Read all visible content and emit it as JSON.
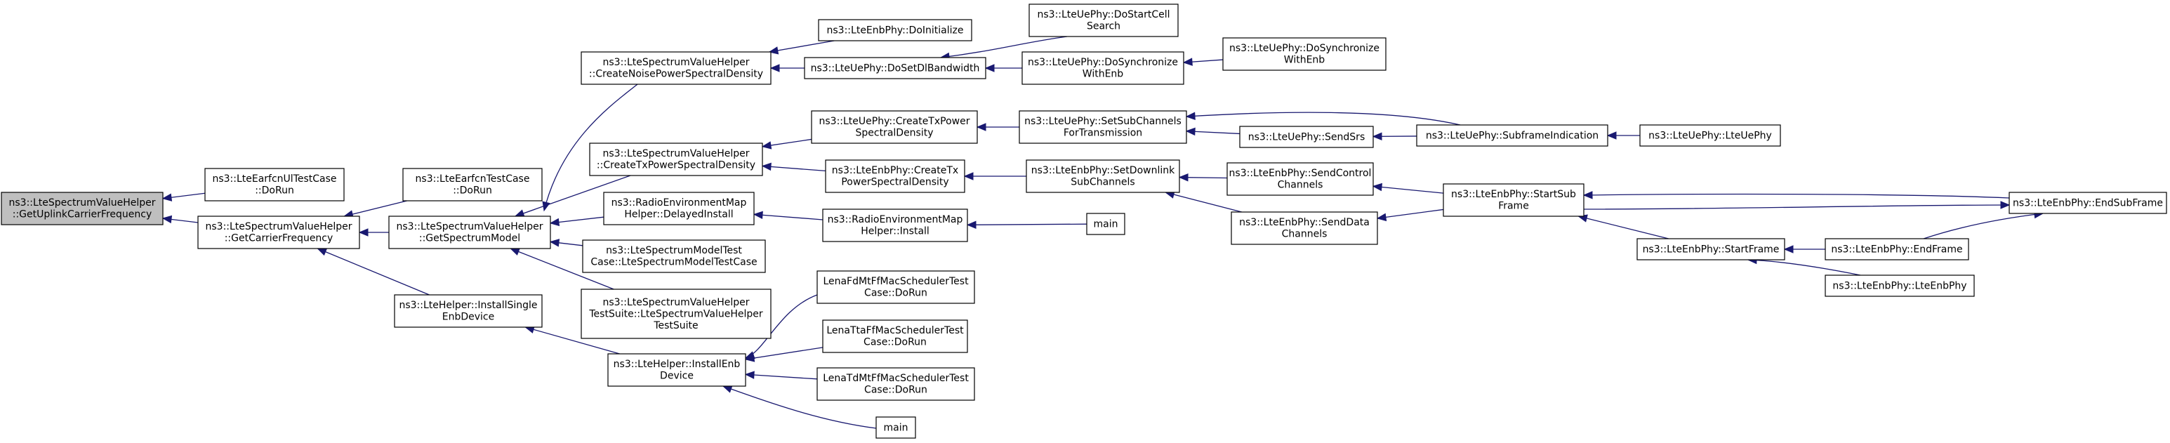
{
  "colors": {
    "edge": "#191970",
    "node_border": "#000000",
    "root_fill": "#bfbfbf",
    "node_fill": "#ffffff"
  },
  "nodes": [
    {
      "id": "root",
      "lines": [
        "ns3::LteSpectrumValueHelper",
        "::GetUplinkCarrierFrequency"
      ]
    },
    {
      "id": "earfcnul",
      "lines": [
        "ns3::LteEarfcnUlTestCase",
        "::DoRun"
      ]
    },
    {
      "id": "getcarrier",
      "lines": [
        "ns3::LteSpectrumValueHelper",
        "::GetCarrierFrequency"
      ]
    },
    {
      "id": "earfcntc",
      "lines": [
        "ns3::LteEarfcnTestCase",
        "::DoRun"
      ]
    },
    {
      "id": "getspectrum",
      "lines": [
        "ns3::LteSpectrumValueHelper",
        "::GetSpectrumModel"
      ]
    },
    {
      "id": "installsingle",
      "lines": [
        "ns3::LteHelper::InstallSingle",
        "EnbDevice"
      ]
    },
    {
      "id": "noisepsd",
      "lines": [
        "ns3::LteSpectrumValueHelper",
        "::CreateNoisePowerSpectralDensity"
      ]
    },
    {
      "id": "txpsd",
      "lines": [
        "ns3::LteSpectrumValueHelper",
        "::CreateTxPowerSpectralDensity"
      ]
    },
    {
      "id": "remdelayed",
      "lines": [
        "ns3::RadioEnvironmentMap",
        "Helper::DelayedInstall"
      ]
    },
    {
      "id": "specmodeltc",
      "lines": [
        "ns3::LteSpectrumModelTest",
        "Case::LteSpectrumModelTestCase"
      ]
    },
    {
      "id": "specvaltestsuite",
      "lines": [
        "ns3::LteSpectrumValueHelper",
        "TestSuite::LteSpectrumValueHelper",
        "TestSuite"
      ]
    },
    {
      "id": "installenb",
      "lines": [
        "ns3::LteHelper::InstallEnb",
        "Device"
      ]
    },
    {
      "id": "enbdoinit",
      "lines": [
        "ns3::LteEnbPhy::DoInitialize"
      ]
    },
    {
      "id": "uesetdl",
      "lines": [
        "ns3::LteUePhy::DoSetDlBandwidth"
      ]
    },
    {
      "id": "uecreatetx",
      "lines": [
        "ns3::LteUePhy::CreateTxPower",
        "SpectralDensity"
      ]
    },
    {
      "id": "enbcreatetx",
      "lines": [
        "ns3::LteEnbPhy::CreateTx",
        "PowerSpectralDensity"
      ]
    },
    {
      "id": "reminstall",
      "lines": [
        "ns3::RadioEnvironmentMap",
        "Helper::Install"
      ]
    },
    {
      "id": "lenafdmt",
      "lines": [
        "LenaFdMtFfMacSchedulerTest",
        "Case::DoRun"
      ]
    },
    {
      "id": "lenatta",
      "lines": [
        "LenaTtaFfMacSchedulerTest",
        "Case::DoRun"
      ]
    },
    {
      "id": "lenatdmt",
      "lines": [
        "LenaTdMtFfMacSchedulerTest",
        "Case::DoRun"
      ]
    },
    {
      "id": "main2",
      "lines": [
        "main"
      ]
    },
    {
      "id": "uestartcell",
      "lines": [
        "ns3::LteUePhy::DoStartCell",
        "Search"
      ]
    },
    {
      "id": "uesync",
      "lines": [
        "ns3::LteUePhy::DoSynchronize",
        "WithEnb"
      ]
    },
    {
      "id": "uesetsub",
      "lines": [
        "ns3::LteUePhy::SetSubChannels",
        "ForTransmission"
      ]
    },
    {
      "id": "enbsetdl",
      "lines": [
        "ns3::LteEnbPhy::SetDownlink",
        "SubChannels"
      ]
    },
    {
      "id": "main1",
      "lines": [
        "main"
      ]
    },
    {
      "id": "uesyncenb",
      "lines": [
        "ns3::LteUePhy::DoSynchronize",
        "WithEnb"
      ]
    },
    {
      "id": "uesendsrs",
      "lines": [
        "ns3::LteUePhy::SendSrs"
      ]
    },
    {
      "id": "uesubframe",
      "lines": [
        "ns3::LteUePhy::SubframeIndication"
      ]
    },
    {
      "id": "uephy",
      "lines": [
        "ns3::LteUePhy::LteUePhy"
      ]
    },
    {
      "id": "enbsendctrl",
      "lines": [
        "ns3::LteEnbPhy::SendControl",
        "Channels"
      ]
    },
    {
      "id": "enbsenddata",
      "lines": [
        "ns3::LteEnbPhy::SendData",
        "Channels"
      ]
    },
    {
      "id": "enbstartsub",
      "lines": [
        "ns3::LteEnbPhy::StartSub",
        "Frame"
      ]
    },
    {
      "id": "enbstartframe",
      "lines": [
        "ns3::LteEnbPhy::StartFrame"
      ]
    },
    {
      "id": "enbendframe",
      "lines": [
        "ns3::LteEnbPhy::EndFrame"
      ]
    },
    {
      "id": "enbphy",
      "lines": [
        "ns3::LteEnbPhy::LteEnbPhy"
      ]
    },
    {
      "id": "enbendsub",
      "lines": [
        "ns3::LteEnbPhy::EndSubFrame"
      ]
    }
  ],
  "edges": [
    {
      "from": "earfcnul",
      "to": "root"
    },
    {
      "from": "getcarrier",
      "to": "root"
    },
    {
      "from": "earfcntc",
      "to": "getcarrier"
    },
    {
      "from": "getspectrum",
      "to": "getcarrier"
    },
    {
      "from": "installsingle",
      "to": "getcarrier"
    },
    {
      "from": "noisepsd",
      "to": "getspectrum"
    },
    {
      "from": "txpsd",
      "to": "getspectrum"
    },
    {
      "from": "remdelayed",
      "to": "getspectrum"
    },
    {
      "from": "specmodeltc",
      "to": "getspectrum"
    },
    {
      "from": "specvaltestsuite",
      "to": "getspectrum"
    },
    {
      "from": "installenb",
      "to": "installsingle"
    },
    {
      "from": "enbdoinit",
      "to": "noisepsd"
    },
    {
      "from": "uesetdl",
      "to": "noisepsd"
    },
    {
      "from": "uecreatetx",
      "to": "txpsd"
    },
    {
      "from": "enbcreatetx",
      "to": "txpsd"
    },
    {
      "from": "reminstall",
      "to": "remdelayed"
    },
    {
      "from": "lenafdmt",
      "to": "installenb"
    },
    {
      "from": "lenatta",
      "to": "installenb"
    },
    {
      "from": "lenatdmt",
      "to": "installenb"
    },
    {
      "from": "main2",
      "to": "installenb"
    },
    {
      "from": "uestartcell",
      "to": "uesetdl"
    },
    {
      "from": "uesync",
      "to": "uesetdl"
    },
    {
      "from": "uesetsub",
      "to": "uecreatetx"
    },
    {
      "from": "enbsetdl",
      "to": "enbcreatetx"
    },
    {
      "from": "main1",
      "to": "reminstall"
    },
    {
      "from": "uesyncenb",
      "to": "uesync"
    },
    {
      "from": "uesendsrs",
      "to": "uesetsub"
    },
    {
      "from": "uesubframe",
      "to": "uesetsub"
    },
    {
      "from": "uesubframe",
      "to": "uesendsrs"
    },
    {
      "from": "uephy",
      "to": "uesubframe"
    },
    {
      "from": "enbsendctrl",
      "to": "enbsetdl"
    },
    {
      "from": "enbsenddata",
      "to": "enbsetdl"
    },
    {
      "from": "enbstartsub",
      "to": "enbsendctrl"
    },
    {
      "from": "enbstartsub",
      "to": "enbsenddata"
    },
    {
      "from": "enbendsub",
      "to": "enbstartsub"
    },
    {
      "from": "enbstartframe",
      "to": "enbstartsub"
    },
    {
      "from": "enbstartsub",
      "to": "enbendsub"
    },
    {
      "from": "enbendframe",
      "to": "enbstartframe"
    },
    {
      "from": "enbphy",
      "to": "enbstartframe"
    },
    {
      "from": "enbendframe",
      "to": "enbendsub"
    }
  ]
}
